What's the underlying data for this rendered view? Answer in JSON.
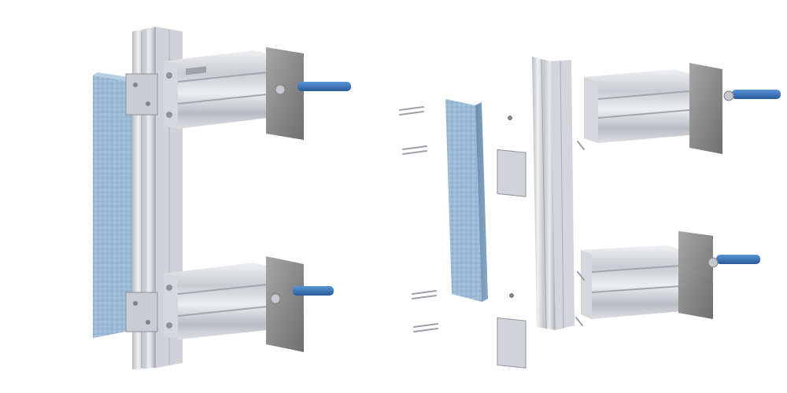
{
  "scene": {
    "background": "#ffffff",
    "subject": "facade-subframe-mounting-system",
    "views": [
      "assembled-view",
      "exploded-view"
    ]
  },
  "colors": {
    "aluminium_light": "#e4e6e8",
    "aluminium_mid": "#c6c9cd",
    "aluminium_dark": "#8f949a",
    "panel_blue": "#9ab8d4",
    "panel_blue_dark": "#6e8fb0",
    "gasket_gray": "#8a8a8a",
    "dowel_blue": "#3c78c0",
    "dowel_blue_dark": "#2a5a98"
  }
}
